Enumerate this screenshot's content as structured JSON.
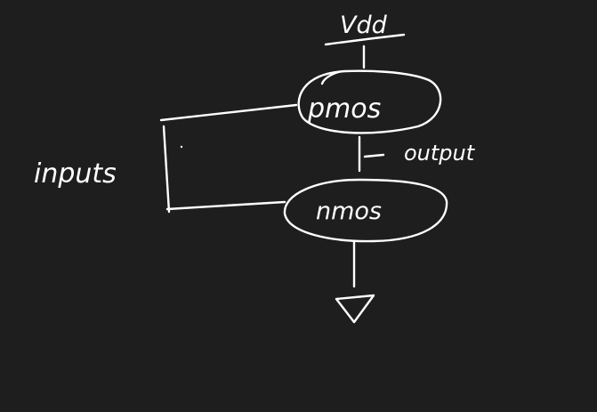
{
  "labels": {
    "supply": "Vdd",
    "pmos": "pmos",
    "nmos": "nmos",
    "output": "output",
    "inputs": "inputs"
  },
  "colors": {
    "background": "#1e1e1e",
    "ink": "#ffffff"
  }
}
